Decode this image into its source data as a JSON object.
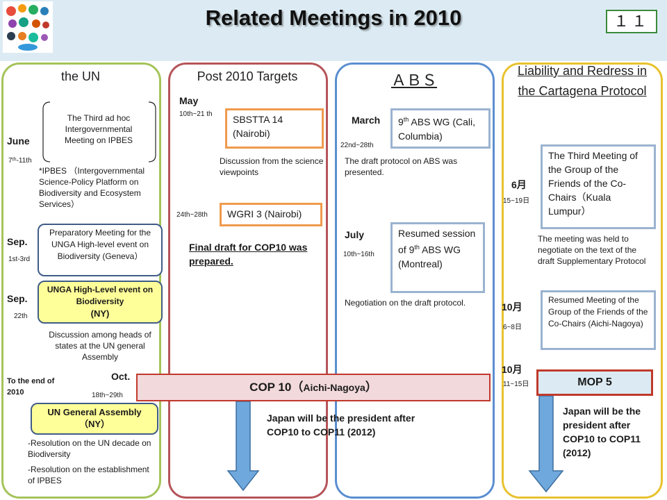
{
  "header": {
    "title": "Related Meetings in 2010",
    "page_number": "１１"
  },
  "columns": {
    "un": {
      "heading": "the UN",
      "ipbes_meeting": "The Third ad hoc Intergovernmental Meeting on IPBES",
      "june_label": "June",
      "june_date": "7ᵗʰ-11th",
      "ipbes_note": "*IPBES （Intergovernmental Science-Policy Platform on Biodiversity and Ecosystem Services）",
      "sep1_label": "Sep.",
      "sep1_date": "1st-3rd",
      "prep_meeting": "Preparatory Meeting for the UNGA High-level event on Biodiversity (Geneva）",
      "sep2_label": "Sep.",
      "sep2_date": "22th",
      "unga_title": "UNGA High-Level event on Biodiversity",
      "unga_place": "(NY)",
      "discussion": "Discussion among heads of states at the UN general Assembly",
      "end_label": "To the end of 2010",
      "oct_label": "Oct.",
      "oct_date": "18th~29th",
      "ga_title": "UN General Assembly",
      "ga_place": "（NY）",
      "resolution1": "-Resolution on the UN decade on Biodiversity",
      "resolution2": "-Resolution on the establishment of IPBES"
    },
    "post": {
      "heading": "Post 2010 Targets",
      "may_label": "May",
      "may_date": "10th~21 th",
      "sbstta": "SBSTTA 14 (Nairobi)",
      "discussion": "Discussion from the science viewpoints",
      "wgri_date": "24th~28th",
      "wgri": "WGRI 3 (Nairobi)",
      "final_draft": "Final draft for COP10 was prepared."
    },
    "abs": {
      "heading": "ＡＢＳ",
      "march_label": "March",
      "march_date": "22nd~28th",
      "wg9_sup": "th",
      "wg9_prefix": "9",
      "wg9_rest": " ABS WG (Cali, Columbia)",
      "draft_presented": "The draft protocol on ABS was presented.",
      "july_label": "July",
      "july_date": "10th~16th",
      "resumed_prefix": "Resumed session of 9",
      "resumed_sup": "th",
      "resumed_rest": " ABS WG (Montreal)",
      "negotiation": "Negotiation on the draft protocol."
    },
    "liability": {
      "heading": "Liability and Redress in the Cartagena Protocol",
      "third_meeting": "The Third Meeting of the Group of the Friends of the Co-Chairs（Kuala Lumpur）",
      "month6": "6月",
      "month6_date": "15~19日",
      "meeting_note": "The meeting was held to negotiate on the text of the draft Supplementary Protocol",
      "month10a": "10月",
      "month10a_date": "6~8日",
      "resumed_meeting": "Resumed Meeting of the Group of the Friends of the Co-Chairs (Aichi-Nagoya)",
      "month10b": "10月",
      "month10b_date": "11~15日",
      "mop": "MOP 5",
      "mop_note": "Japan will be the president after COP10 to COP11 (2012)"
    }
  },
  "cop": {
    "label": "COP 10（",
    "place": "Aichi-Nagoya",
    "close": "）"
  },
  "cop_note": "Japan will be the president after COP10 to COP11 (2012)",
  "colors": {
    "un": "#a4c45a",
    "post": "#b5545a",
    "abs": "#5b8ed0",
    "liability": "#e8c22e",
    "arrow": "#6fa8dc",
    "cop_border": "#c0392b"
  },
  "icons": [
    "biodiversity-logo-icon"
  ]
}
